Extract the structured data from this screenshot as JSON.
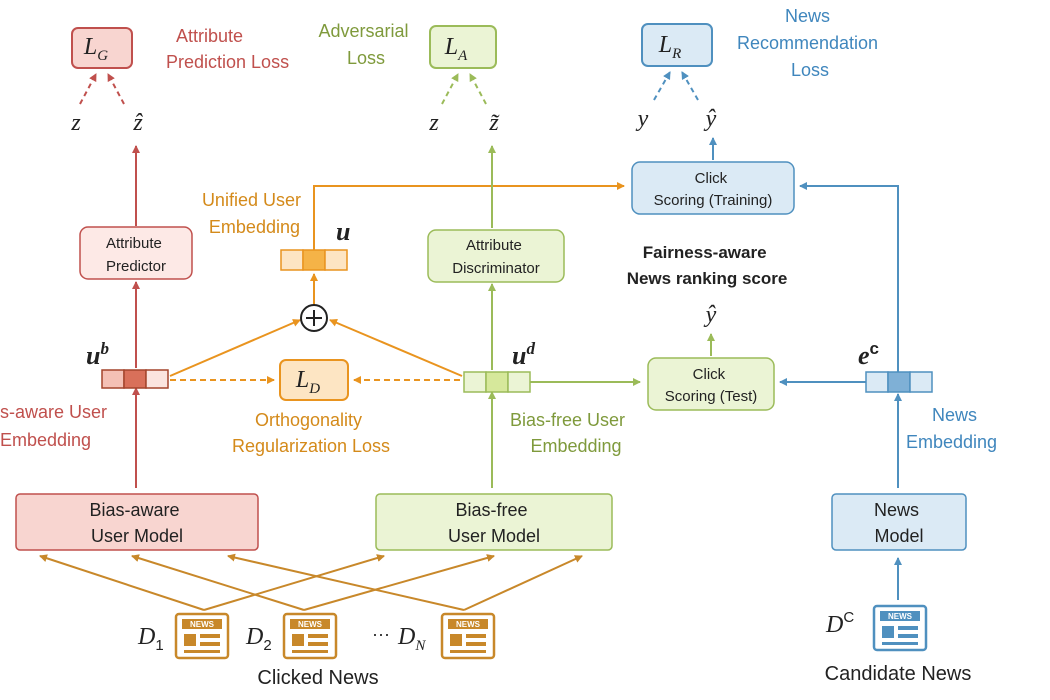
{
  "colors": {
    "red": "#c0504d",
    "red_fill": "#f8d5d0",
    "red_dark": "#a4442c",
    "orange": "#e9941f",
    "orange_fill": "#fde5c3",
    "orange_text": "#d48a1a",
    "green": "#9bbb59",
    "green_fill": "#ebf4d5",
    "green_text": "#7f9a3c",
    "blue": "#4f90bf",
    "blue_fill": "#dbeaf5",
    "blue_text": "#3f86bd",
    "black": "#222222"
  },
  "losses": {
    "lg": {
      "main": "L",
      "sub": "G"
    },
    "la": {
      "main": "L",
      "sub": "A"
    },
    "lr": {
      "main": "L",
      "sub": "R"
    },
    "ld": {
      "main": "L",
      "sub": "D"
    }
  },
  "labels": {
    "attr_pred_loss": [
      "Attribute",
      "Prediction Loss"
    ],
    "adv_loss": [
      "Adversarial",
      "Loss"
    ],
    "news_rec_loss": [
      "News",
      "Recommendation",
      "Loss"
    ],
    "unified_user_emb": [
      "Unified User",
      "Embedding"
    ],
    "fairness_score": [
      "Fairness-aware",
      "News ranking score"
    ],
    "ortho_loss": [
      "Orthogonality",
      "Regularization Loss"
    ],
    "bias_aware_emb": [
      "s-aware User",
      "Embedding"
    ],
    "bias_free_emb": [
      "Bias-free User",
      "Embedding"
    ],
    "news_emb": [
      "News",
      "Embedding"
    ],
    "clicked_news": "Clicked News",
    "candidate_news": "Candidate News",
    "ellipsis": "···"
  },
  "boxes": {
    "attr_predictor": [
      "Attribute",
      "Predictor"
    ],
    "attr_discriminator": [
      "Attribute",
      "Discriminator"
    ],
    "click_train": [
      "Click",
      "Scoring (Training)"
    ],
    "click_test": [
      "Click",
      "Scoring (Test)"
    ],
    "bias_aware_model": [
      "Bias-aware",
      "User Model"
    ],
    "bias_free_model": [
      "Bias-free",
      "User Model"
    ],
    "news_model": [
      "News",
      "Model"
    ]
  },
  "symbols": {
    "z": "z",
    "z_hat": "ẑ",
    "z_tilde": "z̃",
    "y": "y",
    "y_hat": "ŷ",
    "u": "u",
    "ub_main": "u",
    "ub_sup": "b",
    "ud_main": "u",
    "ud_sup": "d",
    "ec_main": "e",
    "ec_sup": "c",
    "plus": "⊕"
  },
  "docs": [
    {
      "main": "D",
      "sub": "1"
    },
    {
      "main": "D",
      "sub": "2"
    },
    {
      "main": "D",
      "sub": "N"
    },
    {
      "main": "D",
      "sup": "C"
    }
  ],
  "news_icon_label": "NEWS"
}
